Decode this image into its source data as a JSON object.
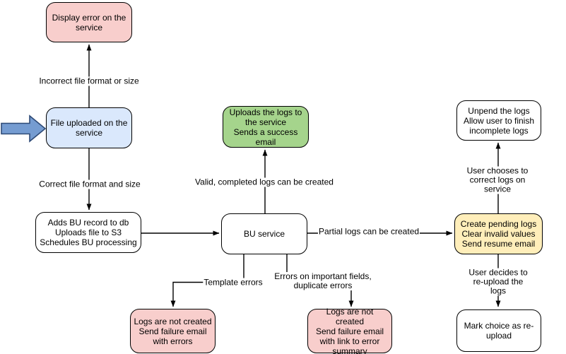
{
  "diagram": {
    "type": "flowchart",
    "background": "#ffffff",
    "colors": {
      "error_node_fill": "#f8cecc",
      "start_node_fill": "#dae8fc",
      "success_node_fill": "#a5d48c",
      "pending_node_fill": "#ffeeba",
      "plain_node_fill": "#ffffff",
      "node_stroke": "#000000",
      "edge_stroke": "#000000",
      "entry_arrow_fill": "#759cd1",
      "entry_arrow_stroke": "#2f4b77"
    },
    "nodes": {
      "display_error": {
        "label": "Display error on the\nservice"
      },
      "file_uploaded": {
        "label": "File uploaded on the\nservice"
      },
      "adds_bu_record": {
        "label": "Adds BU record to db\nUploads file to S3\nSchedules BU processing"
      },
      "bu_service": {
        "label": "BU service"
      },
      "uploads_logs": {
        "label": "Uploads the logs to\nthe service\nSends a success\nemail"
      },
      "unpend_logs": {
        "label": "Unpend the logs\nAllow user to finish\nincomplete logs"
      },
      "create_pending": {
        "label": "Create pending logs\nClear invalid values\nSend resume email"
      },
      "logs_not_created_template": {
        "label": "Logs are not created\nSend failure email\nwith errors"
      },
      "logs_not_created_fields": {
        "label": "Logs are not created\nSend failure email\nwith link to error\nsummary"
      },
      "mark_choice": {
        "label": "Mark choice as re-\nupload"
      }
    },
    "edge_labels": {
      "incorrect_format": "Incorrect file format or size",
      "correct_format": "Correct file format and size",
      "valid_logs": "Valid, completed logs can be created",
      "partial_logs": "Partial logs can be created",
      "template_errors": "Template errors",
      "important_fields": "Errors on important fields,\nduplicate errors",
      "user_chooses": "User chooses to correct logs on service",
      "user_decides": "User decides to re-upload the logs"
    },
    "icons": {
      "entry_arrow": "block-arrow-right"
    }
  }
}
